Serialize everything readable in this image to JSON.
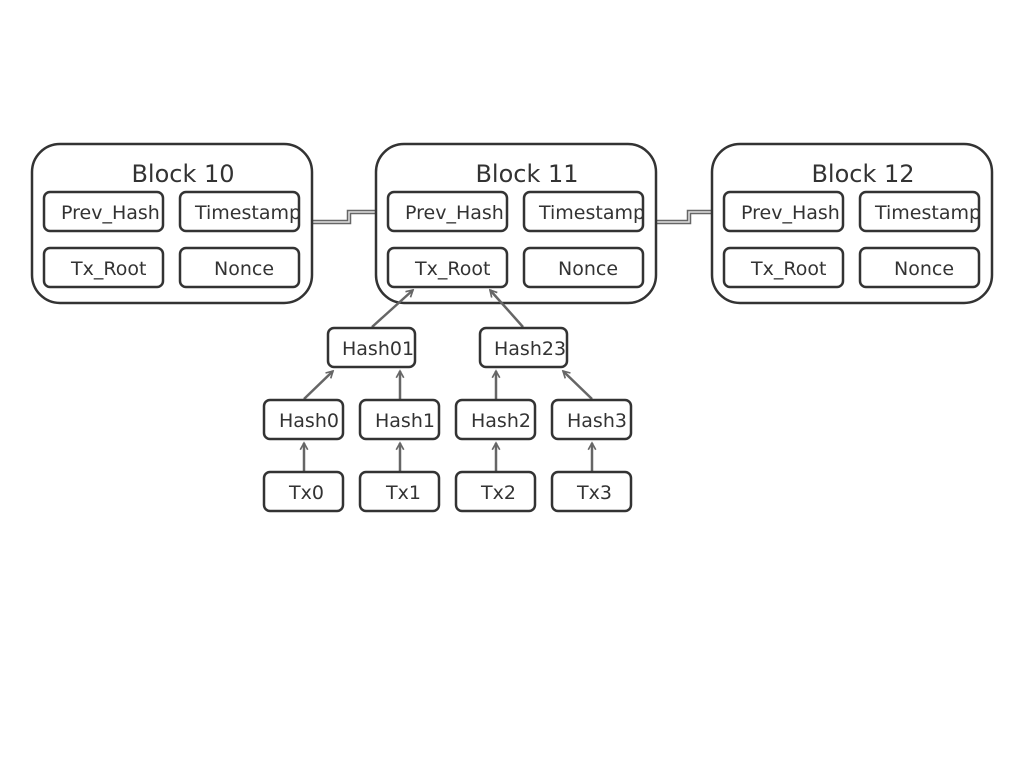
{
  "blocks": [
    {
      "title": "Block 10",
      "fields": [
        "Prev_Hash",
        "Timestamp",
        "Tx_Root",
        "Nonce"
      ]
    },
    {
      "title": "Block 11",
      "fields": [
        "Prev_Hash",
        "Timestamp",
        "Tx_Root",
        "Nonce"
      ]
    },
    {
      "title": "Block 12",
      "fields": [
        "Prev_Hash",
        "Timestamp",
        "Tx_Root",
        "Nonce"
      ]
    }
  ],
  "merkle": {
    "pair_hashes": [
      "Hash01",
      "Hash23"
    ],
    "leaf_hashes": [
      "Hash0",
      "Hash1",
      "Hash2",
      "Hash3"
    ],
    "transactions": [
      "Tx0",
      "Tx1",
      "Tx2",
      "Tx3"
    ]
  },
  "colors": {
    "stroke": "#333333",
    "edge": "#666666",
    "background": "#ffffff"
  }
}
